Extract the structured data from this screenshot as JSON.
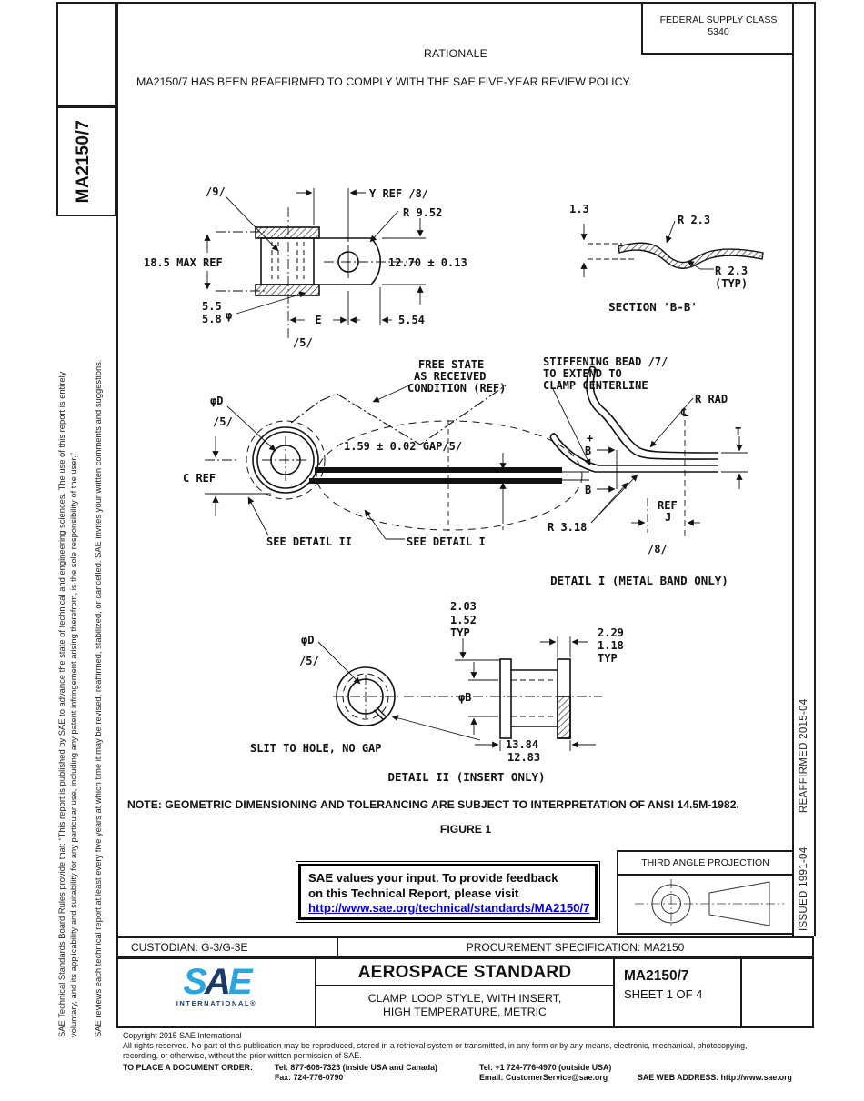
{
  "header": {
    "fsc_label": "FEDERAL SUPPLY CLASS",
    "fsc_value": "5340",
    "rationale_title": "RATIONALE",
    "rationale_text": "MA2150/7 HAS BEEN REAFFIRMED TO COMPLY WITH THE SAE FIVE-YEAR REVIEW POLICY."
  },
  "left_margin": {
    "doc_number": "MA2150/7",
    "disclaimer_line1": "SAE Technical Standards Board Rules provide that: “This report is published by SAE to advance the state of technical and engineering sciences. The use of this report is entirely",
    "disclaimer_line2": "voluntary, and its applicability and suitability for any particular use, including any patent infringement arising therefrom, is the sole responsibility of the user.”",
    "disclaimer_line3": "SAE reviews each technical report at least every five years at which time it may be revised, reaffirmed, stabilized, or cancelled. SAE invites your written comments and suggestions."
  },
  "right_margin": {
    "issued": "ISSUED 1991-04",
    "reaffirmed": "REAFFIRMED 2015-04"
  },
  "figure": {
    "note": "NOTE:  GEOMETRIC DIMENSIONING AND TOLERANCING ARE SUBJECT TO INTERPRETATION OF ANSI 14.5M-1982.",
    "caption": "FIGURE 1",
    "labels": {
      "v1_f9": "/9/",
      "v1_yref": "Y REF /8/",
      "v1_r952": "R 9.52",
      "v1_maxref": "18.5 MAX REF",
      "v1_d1270": "12.70 ± 0.13",
      "v1_55": "5.5",
      "v1_58": "5.8",
      "v1_phi": "φ",
      "v1_e": "E",
      "v1_554": "5.54",
      "v1_f5": "/5/",
      "s_13": "1.3",
      "s_r23": "R 2.3",
      "s_r23b": "R 2.3",
      "s_typ": "(TYP)",
      "s_cap": "SECTION 'B-B'",
      "v3_phid": "φD",
      "v3_f5": "/5/",
      "v3_free1": "FREE STATE",
      "v3_free2": "AS RECEIVED",
      "v3_free3": "CONDITION (REF)",
      "v3_gap": "1.59 ± 0.02 GAP/5/",
      "v3_cref": "C REF",
      "v3_see2": "SEE DETAIL II",
      "v3_see1": "SEE DETAIL I",
      "d1_bead1": "STIFFENING BEAD /7/",
      "d1_bead2": "TO EXTEND TO",
      "d1_bead3": "CLAMP CENTERLINE",
      "d1_rrad": "R RAD",
      "d1_cl": "℄",
      "d1_t": "T",
      "d1_plus": "+",
      "d1_b1": "B",
      "d1_b2": "B",
      "d1_ref": "REF",
      "d1_j": "J",
      "d1_r318": "R 3.18",
      "d1_f8": "/8/",
      "d1_cap": "DETAIL I (METAL BAND ONLY)",
      "d2_203": "2.03",
      "d2_152": "1.52",
      "d2_typ1": "TYP",
      "d2_229": "2.29",
      "d2_118": "1.18",
      "d2_typ2": "TYP",
      "d2_phid": "φD",
      "d2_f5": "/5/",
      "d2_phib": "φB",
      "d2_slit": "SLIT TO HOLE, NO GAP",
      "d2_1384": "13.84",
      "d2_1283": "12.83",
      "d2_cap": "DETAIL II (INSERT ONLY)"
    }
  },
  "feedback_box": {
    "line1": "SAE values your input. To provide feedback",
    "line2": "on this Technical Report, please visit",
    "url": "http://www.sae.org/technical/standards/MA2150/7"
  },
  "projection": {
    "label": "THIRD ANGLE PROJECTION"
  },
  "title_block": {
    "custodian": "CUSTODIAN: G-3/G-3E",
    "procurement": "PROCUREMENT SPECIFICATION: MA2150",
    "standard_type": "AEROSPACE STANDARD",
    "subtitle_line1": "CLAMP,  LOOP STYLE, WITH INSERT,",
    "subtitle_line2": "HIGH TEMPERATURE, METRIC",
    "doc_number": "MA2150/7",
    "sheet": "SHEET 1 OF 4",
    "logo_s": "S",
    "logo_a": "A",
    "logo_e": "E",
    "logo_sub": "INTERNATIONAL®"
  },
  "footer": {
    "copyright": "Copyright 2015 SAE International",
    "rights_line1": "All rights reserved. No part of this publication may be reproduced, stored in a retrieval system or transmitted, in any form or by any means, electronic, mechanical, photocopying,",
    "rights_line2": "recording, or otherwise, without the prior written permission of SAE.",
    "order_label": "TO PLACE A DOCUMENT ORDER:",
    "tel_inside": "Tel: 877-606-7323 (inside USA and Canada)",
    "tel_outside": "Tel: +1 724-776-4970 (outside USA)",
    "fax": "Fax: 724-776-0790",
    "email": "Email: CustomerService@sae.org",
    "web": "SAE WEB ADDRESS: http://www.sae.org"
  },
  "colors": {
    "link_blue": "#0000cc",
    "sae_light_blue": "#2aa5dd",
    "sae_dark_blue": "#1b3a66"
  }
}
